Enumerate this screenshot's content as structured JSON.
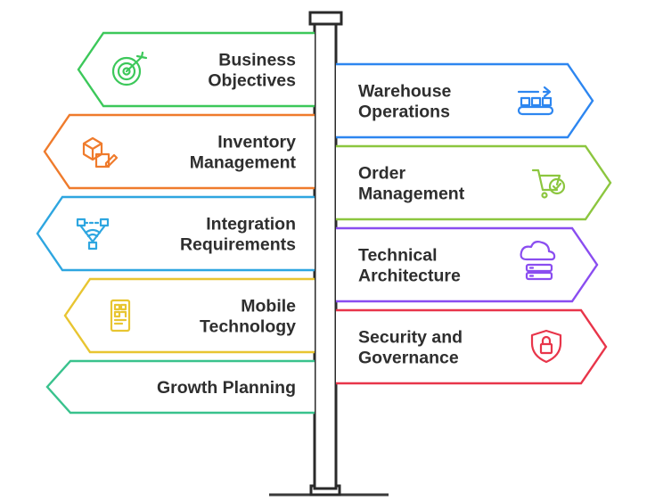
{
  "signs": [
    {
      "id": "business-objectives",
      "side": "left",
      "lines": [
        "Business",
        "Objectives"
      ],
      "color": "#3cc85a",
      "icon": "target-icon"
    },
    {
      "id": "inventory-management",
      "side": "left",
      "lines": [
        "Inventory",
        "Management"
      ],
      "color": "#ef7b2c",
      "icon": "boxes-icon"
    },
    {
      "id": "integration-requirements",
      "side": "left",
      "lines": [
        "Integration",
        "Requirements"
      ],
      "color": "#2ea6e0",
      "icon": "network-icon"
    },
    {
      "id": "mobile-technology",
      "side": "left",
      "lines": [
        "Mobile",
        "Technology"
      ],
      "color": "#e8c531",
      "icon": "mobile-qr-icon"
    },
    {
      "id": "growth-planning",
      "side": "left",
      "lines": [
        "Growth Planning"
      ],
      "color": "#39c28d",
      "icon": ""
    },
    {
      "id": "warehouse-operations",
      "side": "right",
      "lines": [
        "Warehouse",
        "Operations"
      ],
      "color": "#2d86f0",
      "icon": "conveyor-icon"
    },
    {
      "id": "order-management",
      "side": "right",
      "lines": [
        "Order",
        "Management"
      ],
      "color": "#8cc63f",
      "icon": "cart-check-icon"
    },
    {
      "id": "technical-architecture",
      "side": "right",
      "lines": [
        "Technical",
        "Architecture"
      ],
      "color": "#8a4df0",
      "icon": "server-icon"
    },
    {
      "id": "security-governance",
      "side": "right",
      "lines": [
        "Security and",
        "Governance"
      ],
      "color": "#e8354a",
      "icon": "shield-lock-icon"
    }
  ]
}
